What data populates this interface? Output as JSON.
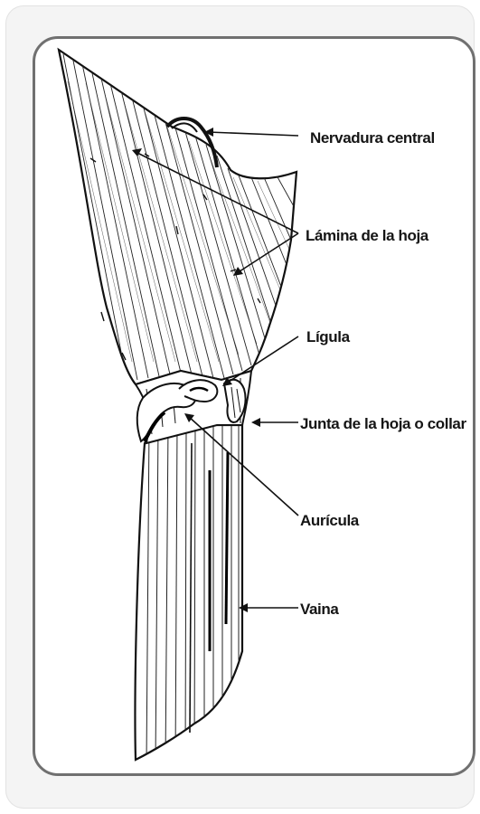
{
  "labels": {
    "nervadura": "Nervadura central",
    "lamina": "Lámina de la hoja",
    "ligula": "Lígula",
    "junta": "Junta de la hoja o collar",
    "auricula": "Aurícula",
    "vaina": "Vaina"
  }
}
